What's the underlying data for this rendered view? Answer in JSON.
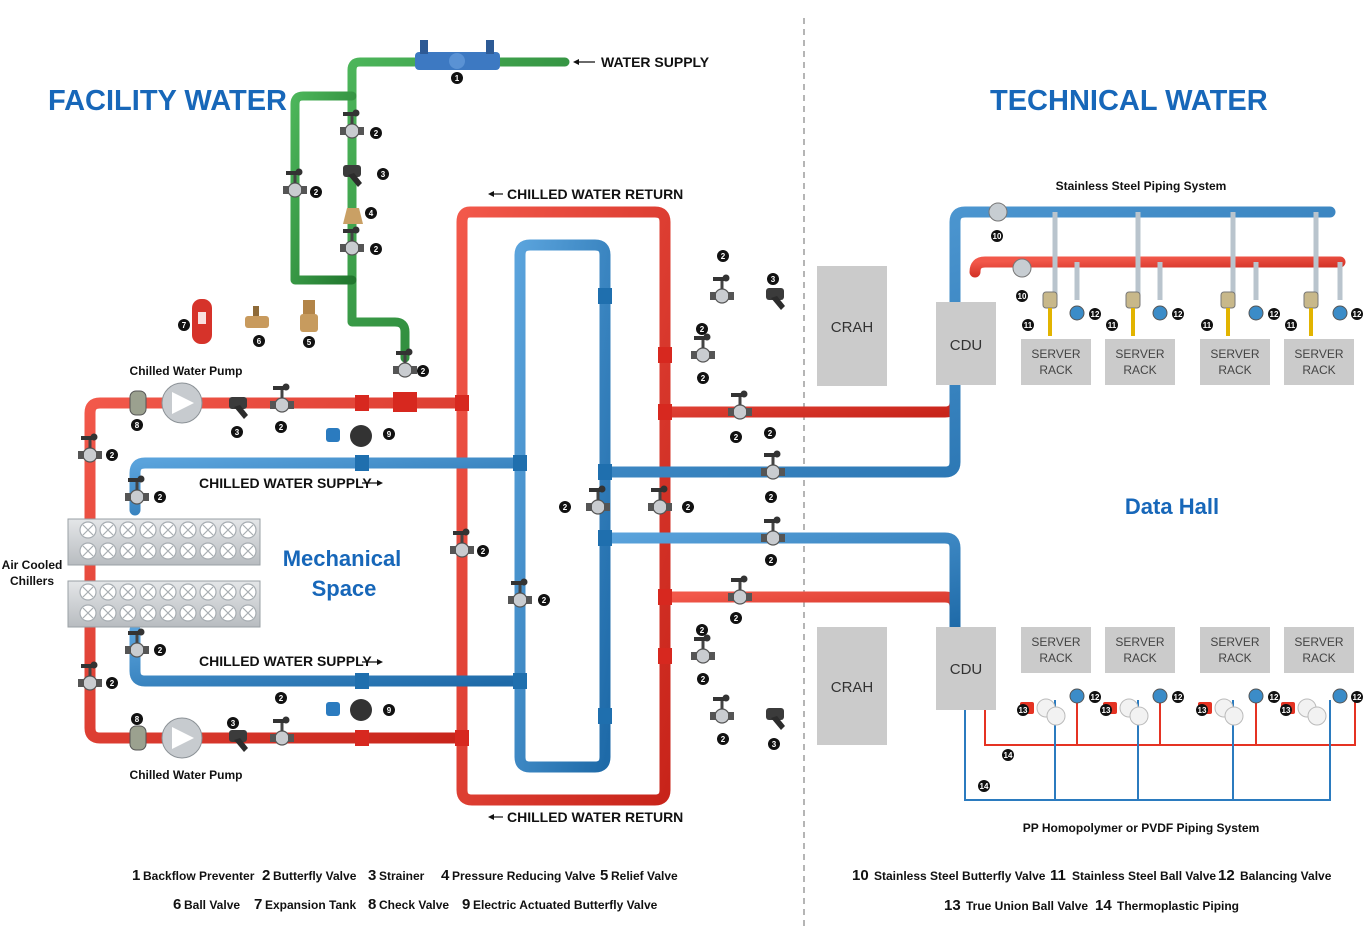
{
  "headings": {
    "facility_water": "FACILITY WATER",
    "technical_water": "TECHNICAL WATER",
    "mechanical_space_line1": "Mechanical",
    "mechanical_space_line2": "Space",
    "data_hall": "Data Hall"
  },
  "flow_labels": {
    "water_supply": "WATER SUPPLY",
    "chilled_water_return_top": "CHILLED WATER RETURN",
    "chilled_water_return_bottom": "CHILLED WATER RETURN",
    "chilled_water_supply_1": "CHILLED WATER SUPPLY",
    "chilled_water_supply_2": "CHILLED WATER SUPPLY"
  },
  "equipment_labels": {
    "chilled_water_pump_top": "Chilled Water Pump",
    "chilled_water_pump_bottom": "Chilled Water Pump",
    "air_cooled_chillers_line1": "Air Cooled",
    "air_cooled_chillers_line2": "Chillers",
    "crah": "CRAH",
    "cdu": "CDU",
    "server_line1": "SERVER",
    "server_line2": "RACK",
    "stainless_system": "Stainless Steel Piping System",
    "pp_system": "PP Homopolymer or PVDF Piping System"
  },
  "legend": [
    {
      "num": "1",
      "label": "Backflow Preventer"
    },
    {
      "num": "2",
      "label": "Butterfly Valve"
    },
    {
      "num": "3",
      "label": "Strainer"
    },
    {
      "num": "4",
      "label": "Pressure Reducing Valve"
    },
    {
      "num": "5",
      "label": "Relief Valve"
    },
    {
      "num": "6",
      "label": "Ball Valve"
    },
    {
      "num": "7",
      "label": "Expansion Tank"
    },
    {
      "num": "8",
      "label": "Check Valve"
    },
    {
      "num": "9",
      "label": "Electric Actuated Butterfly Valve"
    },
    {
      "num": "10",
      "label": "Stainless Steel Butterfly Valve"
    },
    {
      "num": "11",
      "label": "Stainless Steel Ball Valve"
    },
    {
      "num": "12",
      "label": "Balancing Valve"
    },
    {
      "num": "13",
      "label": "True Union Ball Valve"
    },
    {
      "num": "14",
      "label": "Thermoplastic Piping"
    }
  ],
  "colors": {
    "chilled_supply": "#2b7bbf",
    "chilled_return": "#e53323",
    "facility_water": "#2e9a3e",
    "stainless": "#b8c3cc",
    "heading": "#1767b9"
  }
}
